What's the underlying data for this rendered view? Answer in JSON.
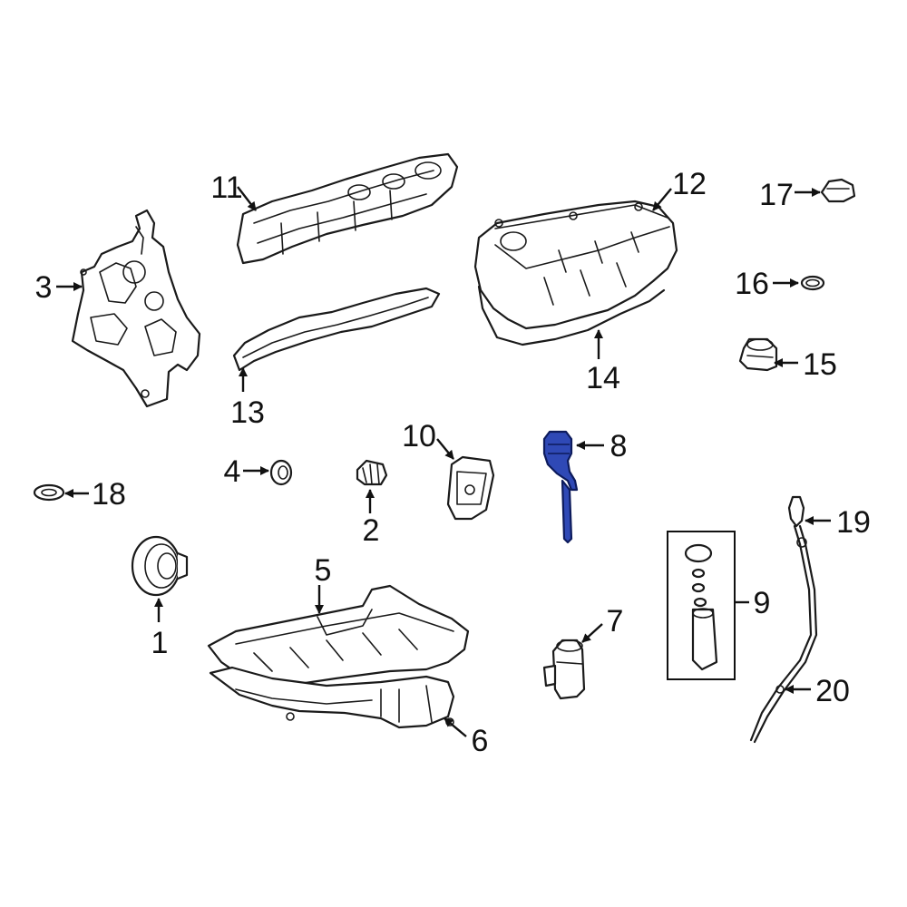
{
  "callouts": [
    {
      "id": "1",
      "text": "1"
    },
    {
      "id": "2",
      "text": "2"
    },
    {
      "id": "3",
      "text": "3"
    },
    {
      "id": "4",
      "text": "4"
    },
    {
      "id": "5",
      "text": "5"
    },
    {
      "id": "6",
      "text": "6"
    },
    {
      "id": "7",
      "text": "7"
    },
    {
      "id": "8",
      "text": "8"
    },
    {
      "id": "9",
      "text": "9"
    },
    {
      "id": "10",
      "text": "10"
    },
    {
      "id": "11",
      "text": "11"
    },
    {
      "id": "12",
      "text": "12"
    },
    {
      "id": "13",
      "text": "13"
    },
    {
      "id": "14",
      "text": "14"
    },
    {
      "id": "15",
      "text": "15"
    },
    {
      "id": "16",
      "text": "16"
    },
    {
      "id": "17",
      "text": "17"
    },
    {
      "id": "18",
      "text": "18"
    },
    {
      "id": "19",
      "text": "19"
    },
    {
      "id": "20",
      "text": "20"
    }
  ],
  "highlighted_part": "8",
  "colors": {
    "highlight_fill": "#2f49b6",
    "line": "#1a1a1a",
    "background": "#ffffff"
  }
}
